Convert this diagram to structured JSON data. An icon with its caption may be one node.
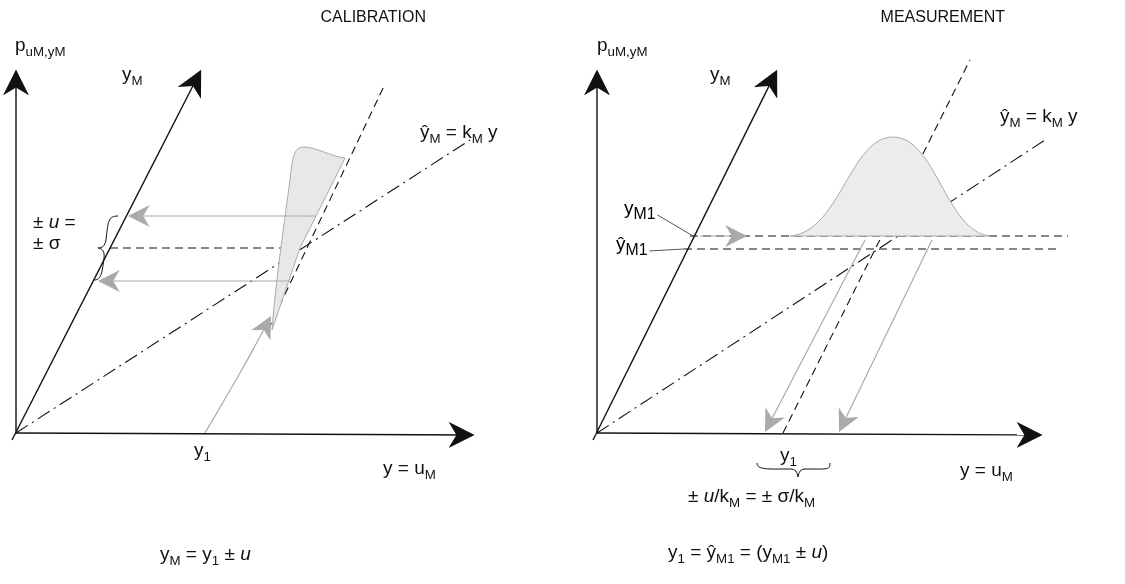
{
  "diagram": {
    "nodes": [
      {
        "text": [
          "y$_{M1}$"
        ]
      },
      {
        "text": [
          "ŷ$_{M1}$"
        ]
      }
    ],
    "edges": [
      {
        "from": 0,
        "to": null,
        "arrow": "none"
      },
      {
        "from": 1,
        "to": null,
        "arrow": "none"
      }
    ],
    "labels": [
      "CALIBRATION",
      "MEASUREMENT",
      "p$_{uM,yM}$",
      "y$_{M}$",
      "ŷ$_{M}$ = k$_{M}$ y",
      "± *u* = ± σ",
      "y$_{1}$",
      "y = u$_{M}$",
      "y$_{M}$ = y$_{1}$ ± *u*",
      "p$_{uM,yM}$",
      "y$_{M}$",
      "ŷ$_{M}$ = k$_{M}$ y",
      "y$_{1}$",
      "± *u*/k$_{M}$ = ± σ/k$_{M}$",
      "y = u$_{M}$",
      "y$_{1}$ = ŷ$_{M1}$ = (y$_{M1}$ ± *u*)"
    ]
  }
}
